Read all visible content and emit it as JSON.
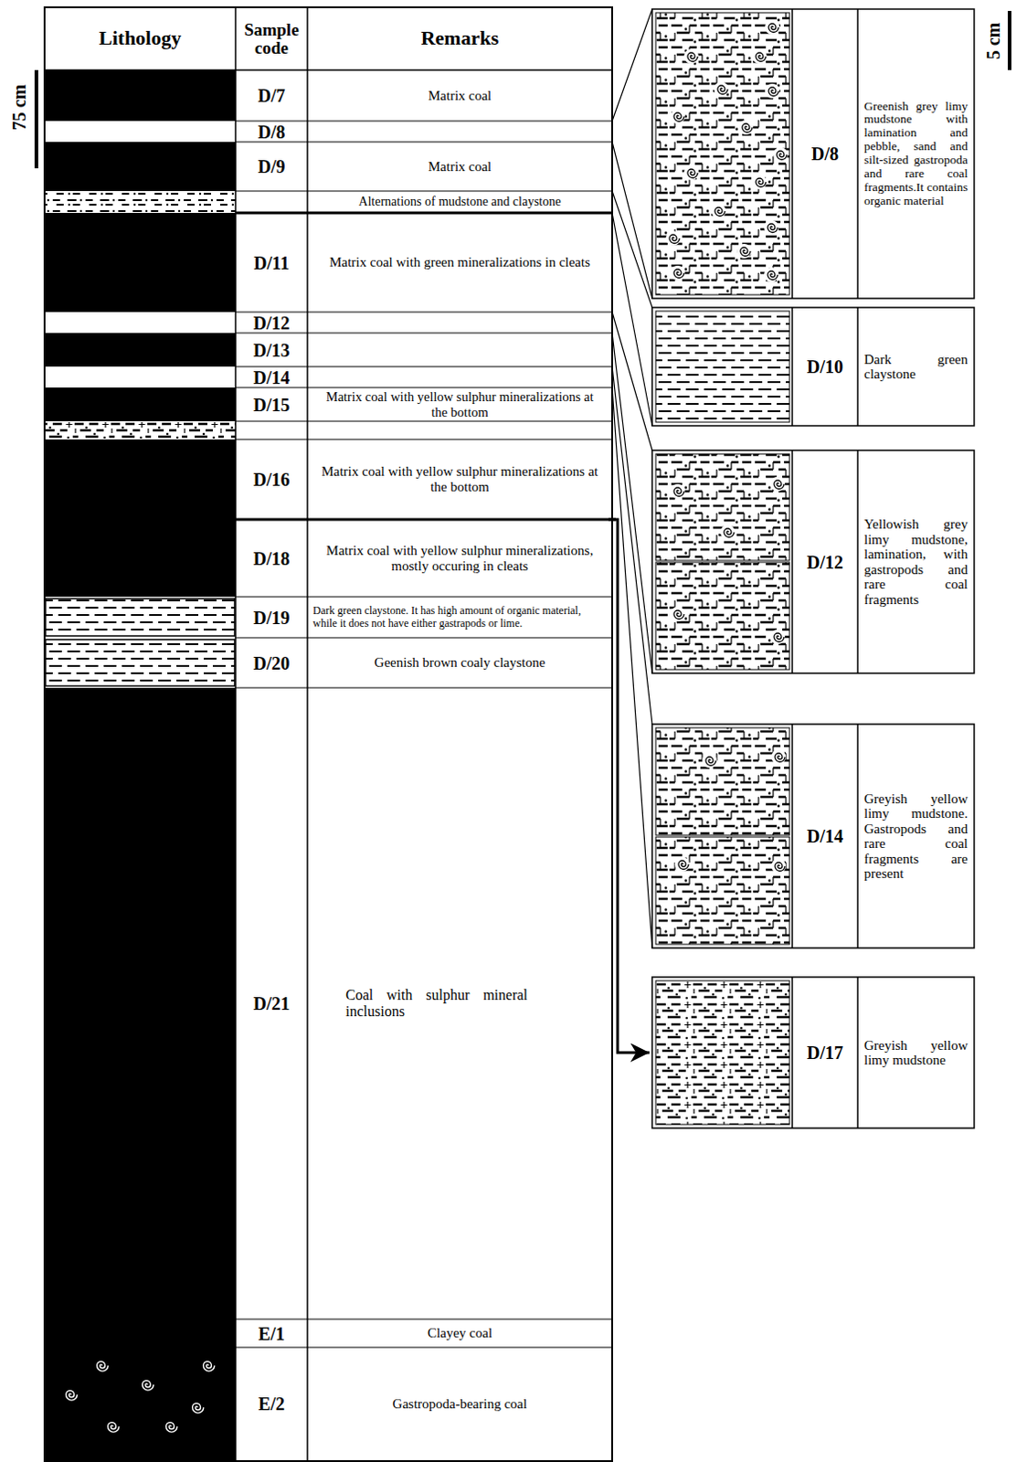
{
  "diagram": {
    "nodes": [
      {
        "text": [
          "D/7",
          "Matrix coal"
        ]
      },
      {
        "text": [
          "D/8"
        ]
      },
      {
        "text": [
          "D/9",
          "Matrix coal"
        ]
      },
      {
        "text": [
          "Alternations of mudstone and claystone"
        ]
      },
      {
        "text": [
          "D/11",
          "Matrix coal with green mineralizations in cleats"
        ]
      },
      {
        "text": [
          "D/12"
        ]
      },
      {
        "text": [
          "D/13"
        ]
      },
      {
        "text": [
          "D/14"
        ]
      },
      {
        "text": [
          "D/15",
          "Matrix coal with yellow sulphur mineralizations at the bottom"
        ]
      },
      {
        "text": [
          "D/16",
          "Matrix coal with yellow sulphur mineralizations at the bottom"
        ]
      },
      {
        "text": [
          "D/18",
          "Matrix coal with yellow sulphur mineralizations, mostly occuring in cleats"
        ]
      },
      {
        "text": [
          "D/19",
          "Dark green claystone. It has high amount of organic material, while it does not have either gastrapods or lime."
        ]
      },
      {
        "text": [
          "D/20",
          "Geenish brown coaly claystone"
        ]
      },
      {
        "text": [
          "D/21",
          "Coal with sulphur mineral inclusions"
        ]
      },
      {
        "text": [
          "E/1",
          "Clayey coal"
        ]
      },
      {
        "text": [
          "E/2",
          "Gastropoda-bearing coal"
        ]
      },
      {
        "text": [
          "D/8",
          "Greenish grey limy mudstone with lamination and pebble, sand and silt-sized gastropoda and rare coal fragments.It contains organic material"
        ]
      },
      {
        "text": [
          "D/10",
          "Dark green claystone"
        ]
      },
      {
        "text": [
          "D/12",
          "Yellowish grey limy mudstone, lamination, with gastropods and rare coal fragments"
        ]
      },
      {
        "text": [
          "D/14",
          "Greyish yellow limy mudstone. Gastropods and rare coal fragments are present"
        ]
      },
      {
        "text": [
          "D/17",
          "Greyish yellow limy mudstone"
        ]
      }
    ],
    "edges": [
      {
        "from": 1,
        "to": 16,
        "arrow": "none"
      },
      {
        "from": 3,
        "to": 17,
        "arrow": "none"
      },
      {
        "from": 5,
        "to": 18,
        "arrow": "none"
      },
      {
        "from": 7,
        "to": 19,
        "arrow": "none"
      },
      {
        "from": 9,
        "to": 20,
        "arrow": "to"
      }
    ],
    "labels": [
      "Lithology",
      "Sample code",
      "Remarks",
      "75 cm",
      "5 cm"
    ]
  }
}
